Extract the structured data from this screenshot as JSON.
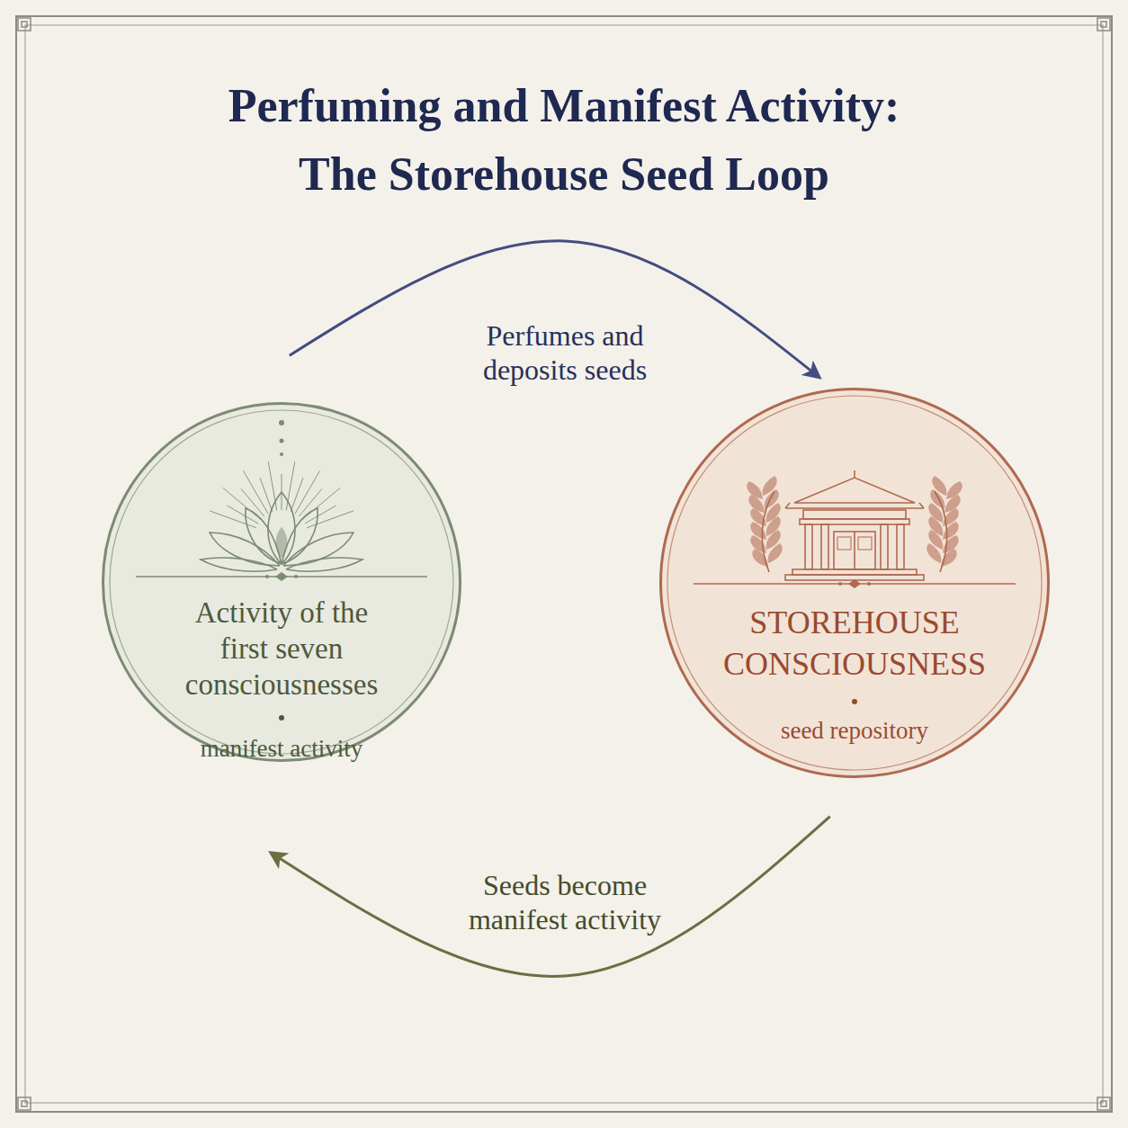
{
  "diagram": {
    "title": "Perfuming and Manifest Activity: The Storehouse Seed Loop",
    "nodes": [
      {
        "text": [
          "Activity of the first seven consciousnesses",
          "manifest activity"
        ]
      },
      {
        "text": [
          "STOREHOUSE CONSCIOUSNESS",
          "seed repository"
        ]
      }
    ],
    "edges": [
      {
        "from": 0,
        "to": 1,
        "label": "Perfumes and deposits seeds",
        "arrow": "to"
      },
      {
        "from": 1,
        "to": 0,
        "label": "Seeds become manifest activity",
        "arrow": "to"
      }
    ]
  }
}
